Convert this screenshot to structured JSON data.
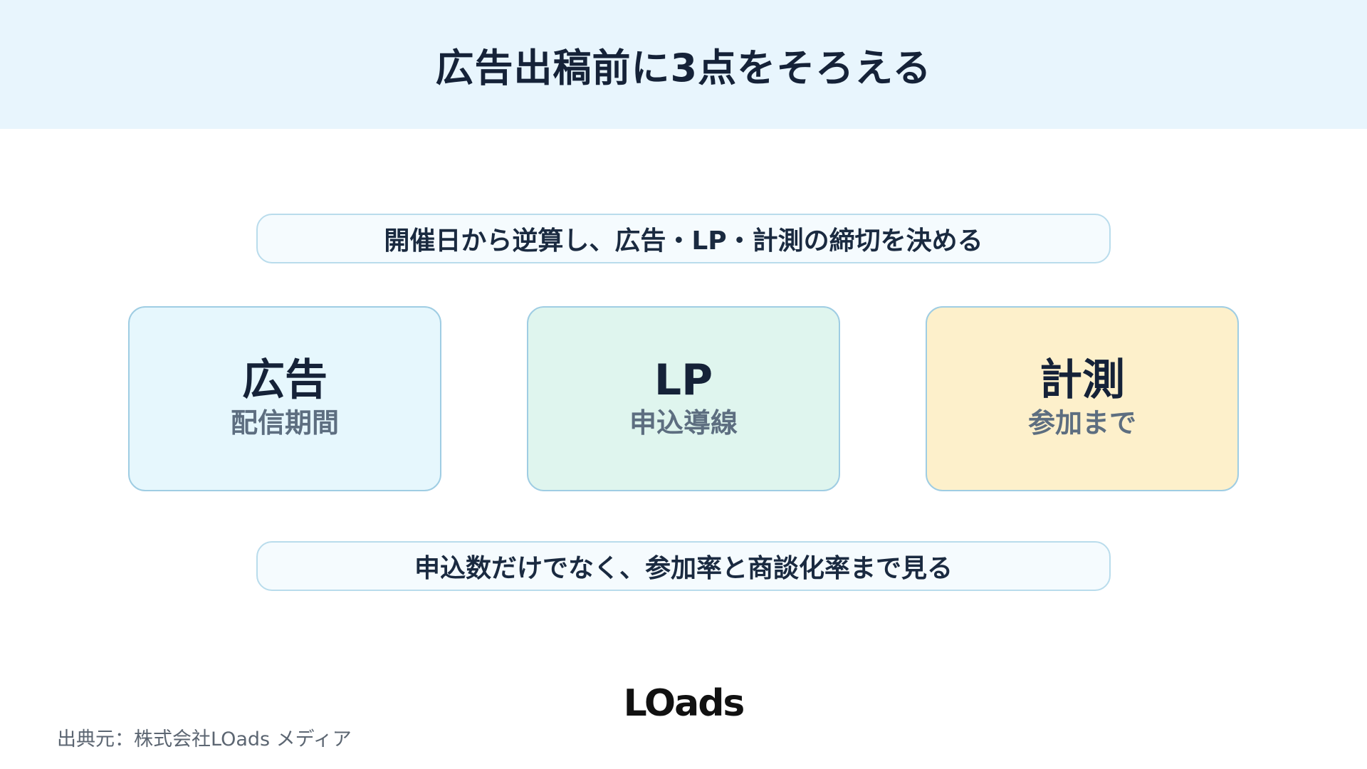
{
  "header": {
    "title": "広告出稿前に3点をそろえる",
    "background_color": "#e8f5fd"
  },
  "top_note": {
    "text": "開催日から逆算し、広告・LP・計測の締切を決める"
  },
  "cards": [
    {
      "title": "広告",
      "subtitle": "配信期間",
      "background_color": "#e6f7fd"
    },
    {
      "title": "LP",
      "subtitle": "申込導線",
      "background_color": "#dff5ee"
    },
    {
      "title": "計測",
      "subtitle": "参加まで",
      "background_color": "#fdf0cb"
    }
  ],
  "bottom_note": {
    "text": "申込数だけでなく、参加率と商談化率まで見る"
  },
  "logo": {
    "text": "LOads"
  },
  "footer": {
    "source": "出典元：株式会社LOads メディア"
  },
  "colors": {
    "title_text": "#152238",
    "subtitle_text": "#5d6e80",
    "card_border": "#9fcde3",
    "pill_border": "#b9dcec"
  }
}
